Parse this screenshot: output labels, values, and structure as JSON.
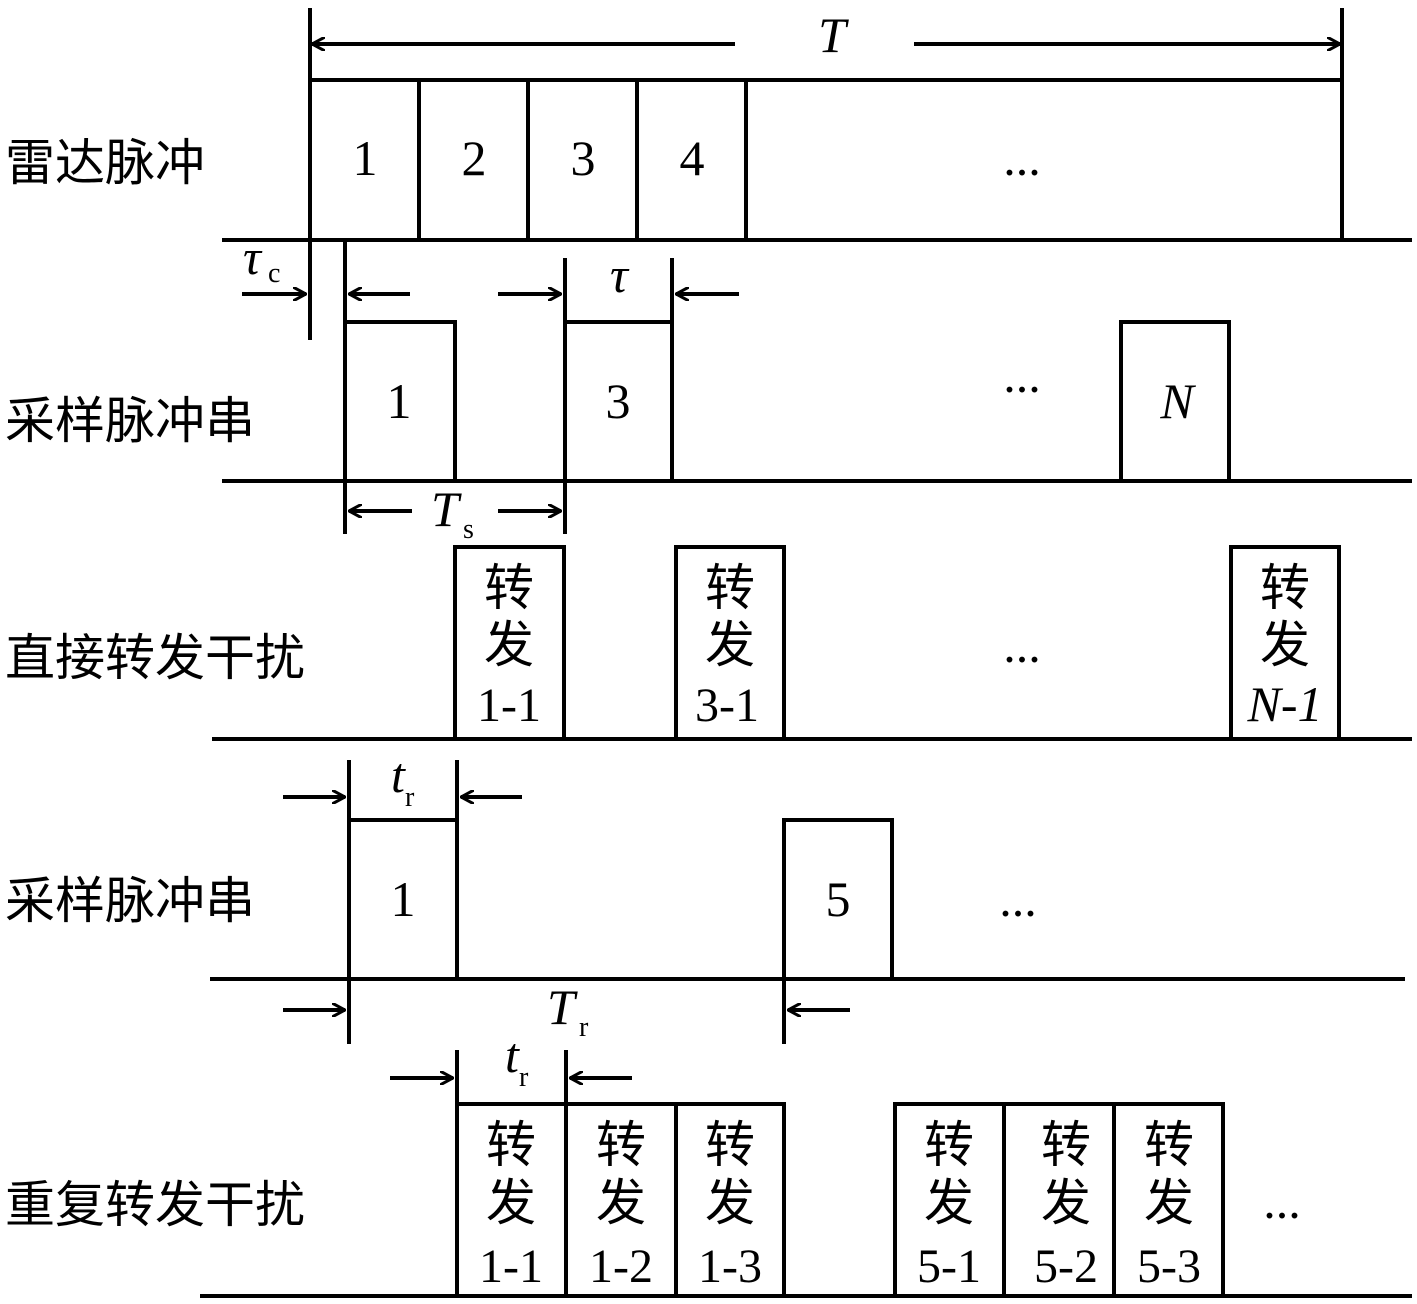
{
  "rows": {
    "radar": "雷达脉冲",
    "sample1": "采样脉冲串",
    "direct": "直接转发干扰",
    "sample2": "采样脉冲串",
    "repeat": "重复转发干扰"
  },
  "radar_pulses": [
    "1",
    "2",
    "3",
    "4",
    "..."
  ],
  "sample1_pulses": [
    "1",
    "3",
    "...",
    "N"
  ],
  "direct_boxes": [
    {
      "l1": "转",
      "l2": "发",
      "l3": "1-1"
    },
    {
      "l1": "转",
      "l2": "发",
      "l3": "3-1"
    },
    {
      "l1": "转",
      "l2": "发",
      "l3": "N-1"
    }
  ],
  "direct_ellipsis": "...",
  "sample2_pulses": [
    "1",
    "5",
    "..."
  ],
  "repeat_boxes": [
    {
      "l1": "转",
      "l2": "发",
      "l3": "1-1"
    },
    {
      "l1": "转",
      "l2": "发",
      "l3": "1-2"
    },
    {
      "l1": "转",
      "l2": "发",
      "l3": "1-3"
    },
    {
      "l1": "转",
      "l2": "发",
      "l3": "5-1"
    },
    {
      "l1": "转",
      "l2": "发",
      "l3": "5-2"
    },
    {
      "l1": "转",
      "l2": "发",
      "l3": "5-3"
    }
  ],
  "repeat_ellipsis": "...",
  "labels": {
    "T": "T",
    "tau_c": "τ",
    "tau_c_sub": "c",
    "tau": "τ",
    "Ts": "T",
    "Ts_sub": "s",
    "tr1": "t",
    "tr1_sub": "r",
    "Tr": "T",
    "Tr_sub": "r",
    "tr2": "t",
    "tr2_sub": "r"
  }
}
